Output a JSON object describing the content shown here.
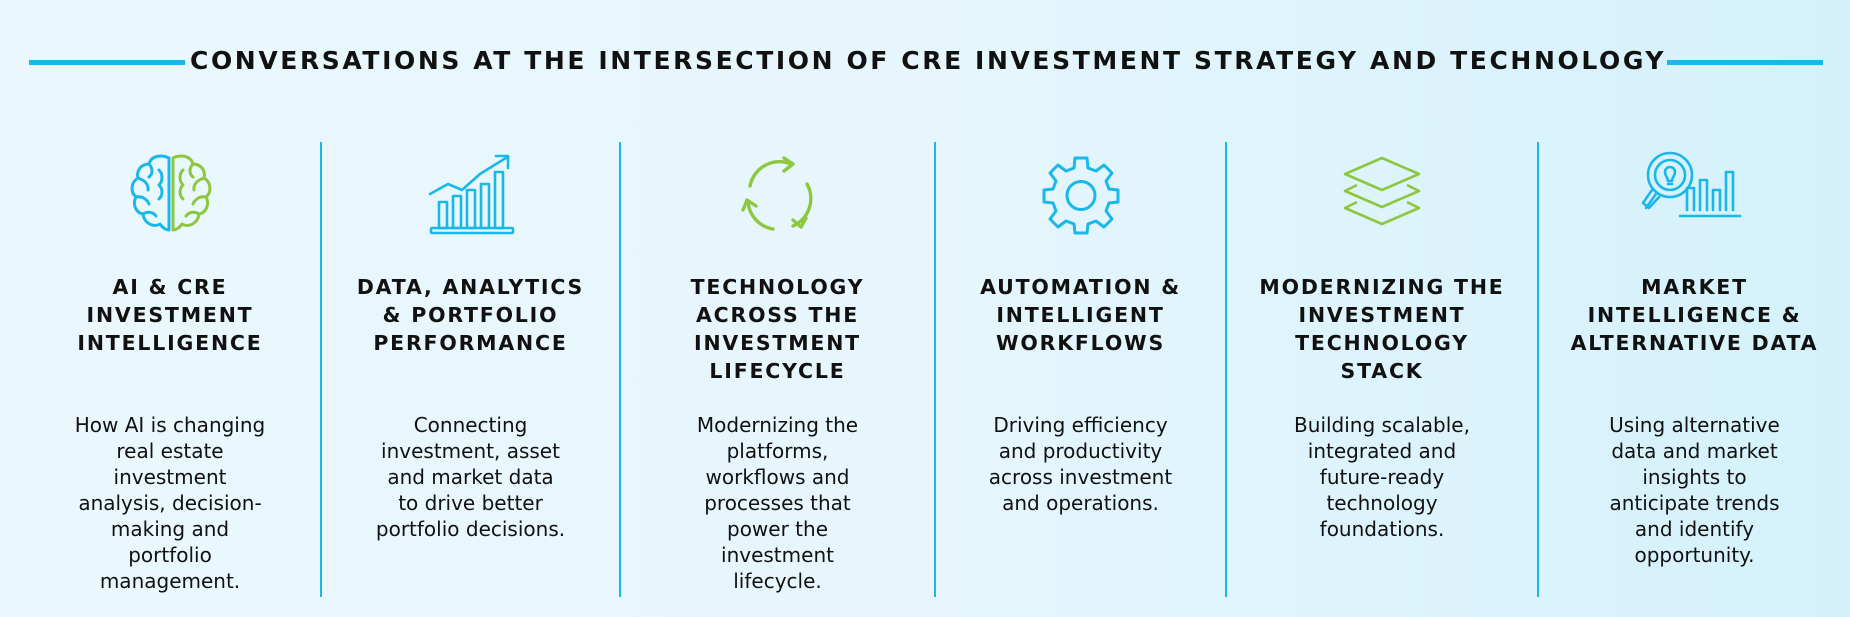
{
  "header": {
    "title": "CONVERSATIONS AT THE INTERSECTION OF CRE INVESTMENT STRATEGY AND TECHNOLOGY"
  },
  "colors": {
    "accent_blue": "#1ab7ea",
    "accent_green": "#8dc63f",
    "text": "#111111"
  },
  "columns": [
    {
      "icon": "brain-icon",
      "title_lines": [
        "AI & CRE",
        "INVESTMENT",
        "INTELLIGENCE"
      ],
      "desc_lines": [
        "How AI is changing",
        "real estate",
        "investment",
        "analysis, decision-",
        "making and",
        "portfolio",
        "management."
      ]
    },
    {
      "icon": "growth-chart-icon",
      "title_lines": [
        "DATA, ANALYTICS",
        "& PORTFOLIO",
        "PERFORMANCE"
      ],
      "desc_lines": [
        "Connecting",
        "investment, asset",
        "and market data",
        "to drive better",
        "portfolio decisions."
      ]
    },
    {
      "icon": "cycle-arrows-icon",
      "title_lines": [
        "TECHNOLOGY",
        "ACROSS THE",
        "INVESTMENT",
        "LIFECYCLE"
      ],
      "desc_lines": [
        "Modernizing the",
        "platforms,",
        "workflows and",
        "processes that",
        "power the",
        "investment",
        "lifecycle."
      ]
    },
    {
      "icon": "gear-icon",
      "title_lines": [
        "AUTOMATION &",
        "INTELLIGENT",
        "WORKFLOWS"
      ],
      "desc_lines": [
        "Driving efficiency",
        "and productivity",
        "across investment",
        "and operations."
      ]
    },
    {
      "icon": "layers-icon",
      "title_lines": [
        "MODERNIZING THE",
        "INVESTMENT",
        "TECHNOLOGY",
        "STACK"
      ],
      "desc_lines": [
        "Building scalable,",
        "integrated and",
        "future-ready",
        "technology",
        "foundations."
      ]
    },
    {
      "icon": "market-insight-icon",
      "title_lines": [
        "MARKET",
        "INTELLIGENCE &",
        "ALTERNATIVE DATA"
      ],
      "desc_lines": [
        "Using alternative",
        "data and market",
        "insights to",
        "anticipate trends",
        "and identify",
        "opportunity."
      ]
    }
  ]
}
